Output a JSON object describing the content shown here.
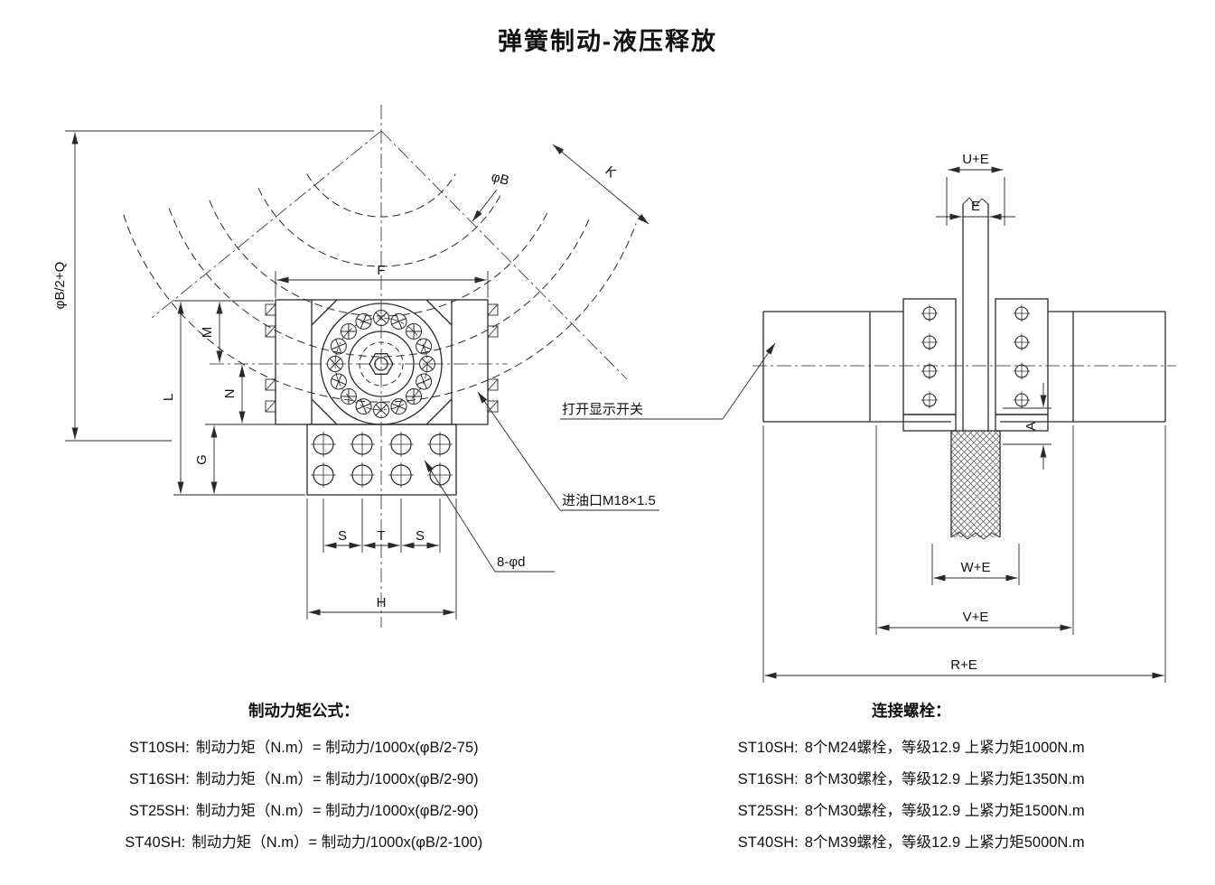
{
  "title": "弹簧制动-液压释放",
  "front_view": {
    "dims": {
      "phi_b_half_q": "φB/2+Q",
      "phi_b": "φB",
      "k": "K",
      "f": "F",
      "m": "M",
      "n": "N",
      "l": "L",
      "g": "G",
      "s_left": "S",
      "t": "T",
      "s_right": "S",
      "h": "H"
    },
    "callouts": {
      "bolt_holes": "8-φd",
      "oil_inlet": "进油口M18×1.5"
    }
  },
  "side_view": {
    "dims": {
      "u_e": "U+E",
      "e": "E",
      "a": "A",
      "w_e": "W+E",
      "v_e": "V+E",
      "r_e": "R+E"
    },
    "callouts": {
      "switch": "打开显示开关"
    }
  },
  "notes_left": {
    "heading": "制动力矩公式：",
    "rows": [
      {
        "model": "ST10SH:",
        "text": "制动力矩（N.m）= 制动力/1000x(φB/2-75)"
      },
      {
        "model": "ST16SH:",
        "text": "制动力矩（N.m）= 制动力/1000x(φB/2-90)"
      },
      {
        "model": "ST25SH:",
        "text": "制动力矩（N.m）= 制动力/1000x(φB/2-90)"
      },
      {
        "model": "ST40SH:",
        "text": "制动力矩（N.m）= 制动力/1000x(φB/2-100)"
      }
    ]
  },
  "notes_right": {
    "heading": "连接螺栓：",
    "rows": [
      {
        "model": "ST10SH:",
        "text": "8个M24螺栓，等级12.9 上紧力矩1000N.m"
      },
      {
        "model": "ST16SH:",
        "text": "8个M30螺栓，等级12.9 上紧力矩1350N.m"
      },
      {
        "model": "ST25SH:",
        "text": "8个M30螺栓，等级12.9 上紧力矩1500N.m"
      },
      {
        "model": "ST40SH:",
        "text": "8个M39螺栓，等级12.9 上紧力矩5000N.m"
      }
    ]
  },
  "colors": {
    "line": "#2a2a2a",
    "text": "#111111",
    "background": "#ffffff"
  }
}
